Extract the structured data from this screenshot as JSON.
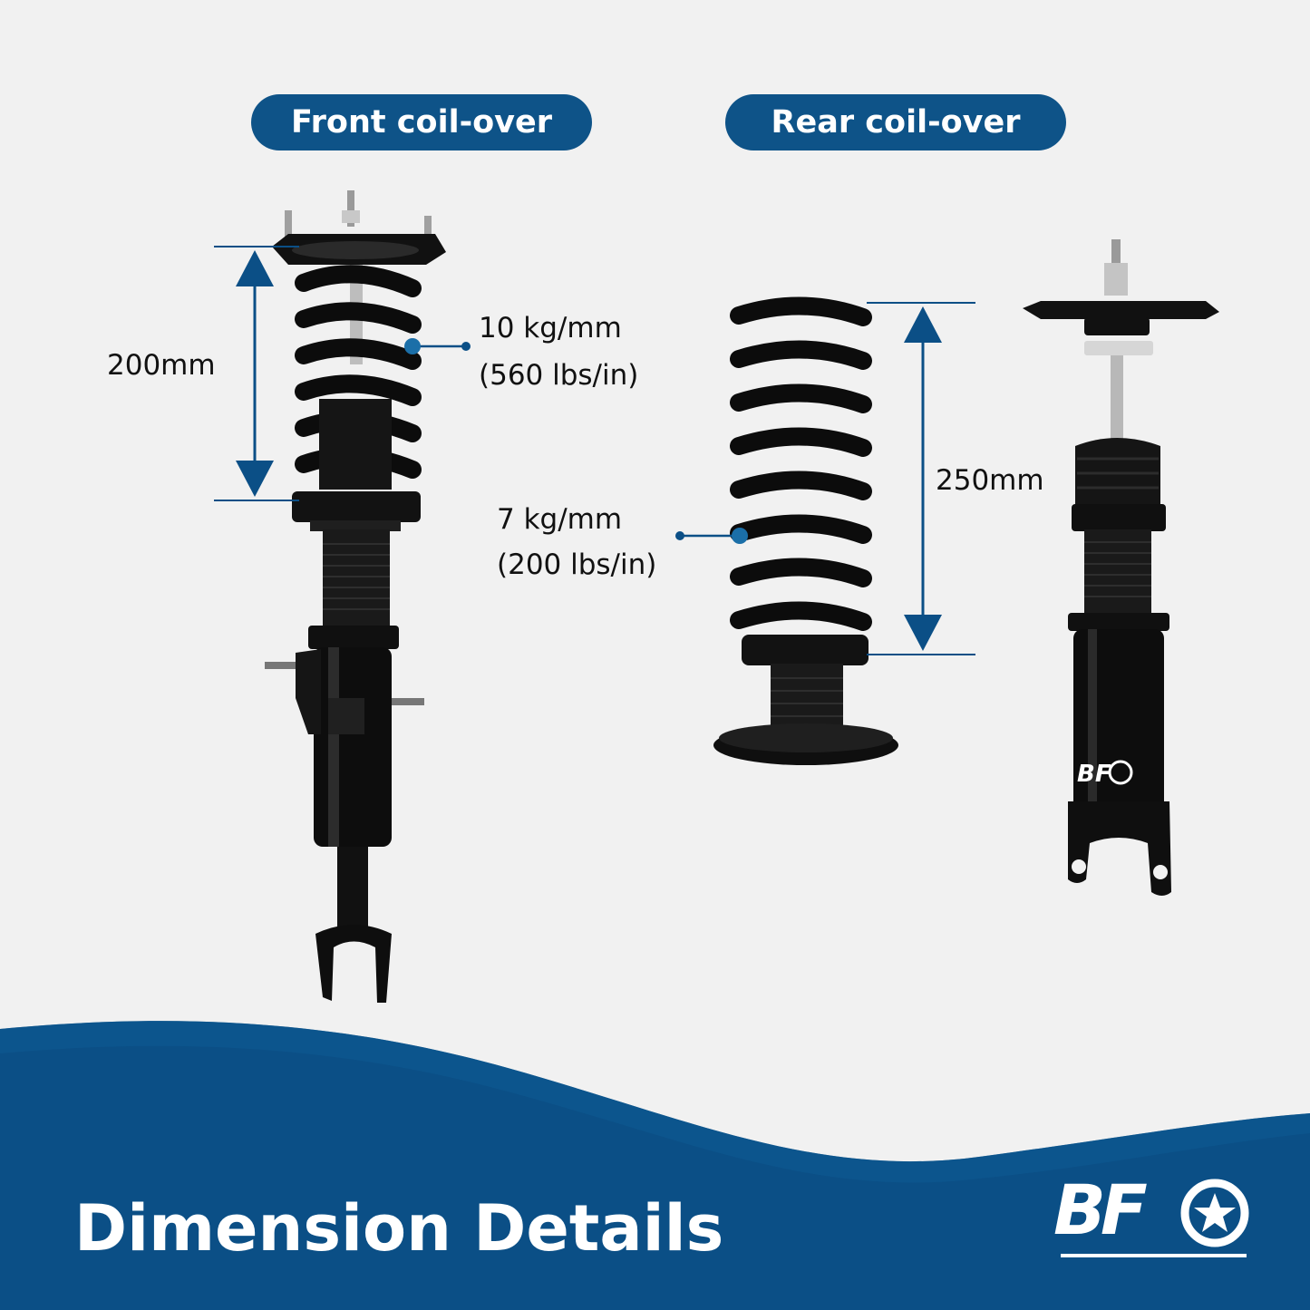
{
  "header": {
    "front_label": "Front coil-over",
    "rear_label": "Rear coil-over"
  },
  "front": {
    "height": "200mm",
    "rate_metric": "10 kg/mm",
    "rate_imperial": "(560 lbs/in)"
  },
  "rear": {
    "height": "250mm",
    "rate_metric": "7 kg/mm",
    "rate_imperial": "(200 lbs/in)"
  },
  "footer": {
    "title": "Dimension Details",
    "logo_text": "BF"
  },
  "colors": {
    "brand_blue": "#0e5388",
    "band_blue": "#0b4f86",
    "background": "#f1f1f1"
  }
}
